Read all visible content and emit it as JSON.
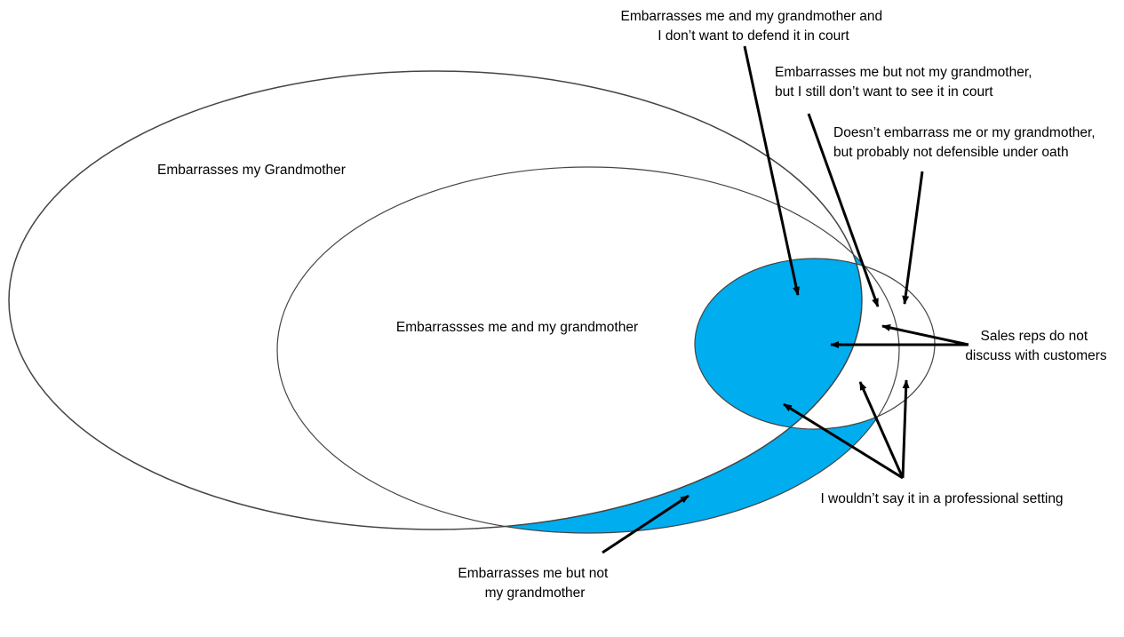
{
  "colors": {
    "highlight": "#00adef",
    "outline": "#444444",
    "arrow": "#000000",
    "background": "#ffffff"
  },
  "regions": {
    "grandmother": "Embarrasses my Grandmother",
    "me_and_grandmother": "Embarrassses me and my grandmother"
  },
  "callouts": {
    "court_both": [
      "Embarrasses me and my grandmother and",
      "I don’t want to defend it in court"
    ],
    "court_me_only": [
      "Embarrasses me but not my grandmother,",
      "but I still don’t want to see it in court"
    ],
    "oath": [
      "Doesn’t embarrass me or my grandmother,",
      "but probably not defensible under oath"
    ],
    "sales_reps": [
      "Sales reps do not",
      "discuss with customers"
    ],
    "professional": "I wouldn’t say it in a professional setting",
    "me_not_grandmother": [
      "Embarrasses me but not",
      "my grandmother"
    ]
  }
}
